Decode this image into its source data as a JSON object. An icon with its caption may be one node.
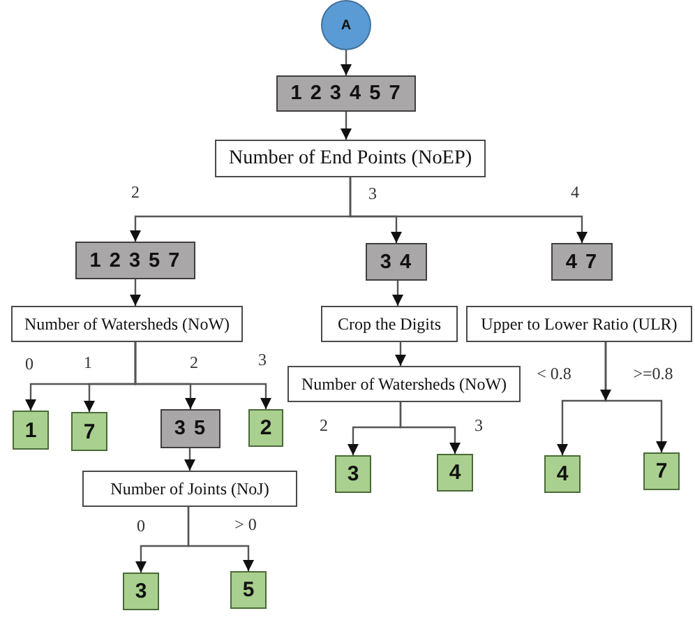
{
  "diagram": {
    "nodes": [
      {
        "text": [
          "A"
        ]
      },
      {
        "text": [
          "1 2 3 4 5 7"
        ]
      },
      {
        "text": [
          "Number of End Points (NoEP)"
        ]
      },
      {
        "text": [
          "1 2 3 5 7"
        ]
      },
      {
        "text": [
          "3 4"
        ]
      },
      {
        "text": [
          "4 7"
        ]
      },
      {
        "text": [
          "Number of Watersheds (NoW)"
        ]
      },
      {
        "text": [
          "Crop the Digits"
        ]
      },
      {
        "text": [
          "Upper to Lower Ratio (ULR)"
        ]
      },
      {
        "text": [
          "1"
        ]
      },
      {
        "text": [
          "7"
        ]
      },
      {
        "text": [
          "3 5"
        ]
      },
      {
        "text": [
          "2"
        ]
      },
      {
        "text": [
          "Number of Joints (NoJ)"
        ]
      },
      {
        "text": [
          "3"
        ]
      },
      {
        "text": [
          "5"
        ]
      },
      {
        "text": [
          "Number of Watersheds (NoW)"
        ]
      },
      {
        "text": [
          "3"
        ]
      },
      {
        "text": [
          "4"
        ]
      },
      {
        "text": [
          "4"
        ]
      },
      {
        "text": [
          "7"
        ]
      }
    ],
    "edges": [
      {
        "from": 0,
        "to": 1,
        "arrow": "to"
      },
      {
        "from": 1,
        "to": 2,
        "arrow": "to"
      },
      {
        "from": 2,
        "to": 3,
        "arrow": "to",
        "label": "2"
      },
      {
        "from": 2,
        "to": 4,
        "arrow": "to",
        "label": "3"
      },
      {
        "from": 2,
        "to": 5,
        "arrow": "to",
        "label": "4"
      },
      {
        "from": 3,
        "to": 6,
        "arrow": "to"
      },
      {
        "from": 4,
        "to": 7,
        "arrow": "to"
      },
      {
        "from": 6,
        "to": 9,
        "arrow": "to",
        "label": "0"
      },
      {
        "from": 6,
        "to": 10,
        "arrow": "to",
        "label": "1"
      },
      {
        "from": 6,
        "to": 11,
        "arrow": "to",
        "label": "2"
      },
      {
        "from": 6,
        "to": 12,
        "arrow": "to",
        "label": "3"
      },
      {
        "from": 11,
        "to": 13,
        "arrow": "to"
      },
      {
        "from": 13,
        "to": 14,
        "arrow": "to",
        "label": "0"
      },
      {
        "from": 13,
        "to": 15,
        "arrow": "to",
        "label": "> 0"
      },
      {
        "from": 7,
        "to": 16,
        "arrow": "to"
      },
      {
        "from": 16,
        "to": 17,
        "arrow": "to",
        "label": "2"
      },
      {
        "from": 16,
        "to": 18,
        "arrow": "to",
        "label": "3"
      },
      {
        "from": 8,
        "to": 19,
        "arrow": "to",
        "label": "< 0.8"
      },
      {
        "from": 8,
        "to": 20,
        "arrow": "to",
        "label": ">=0.8"
      }
    ]
  }
}
